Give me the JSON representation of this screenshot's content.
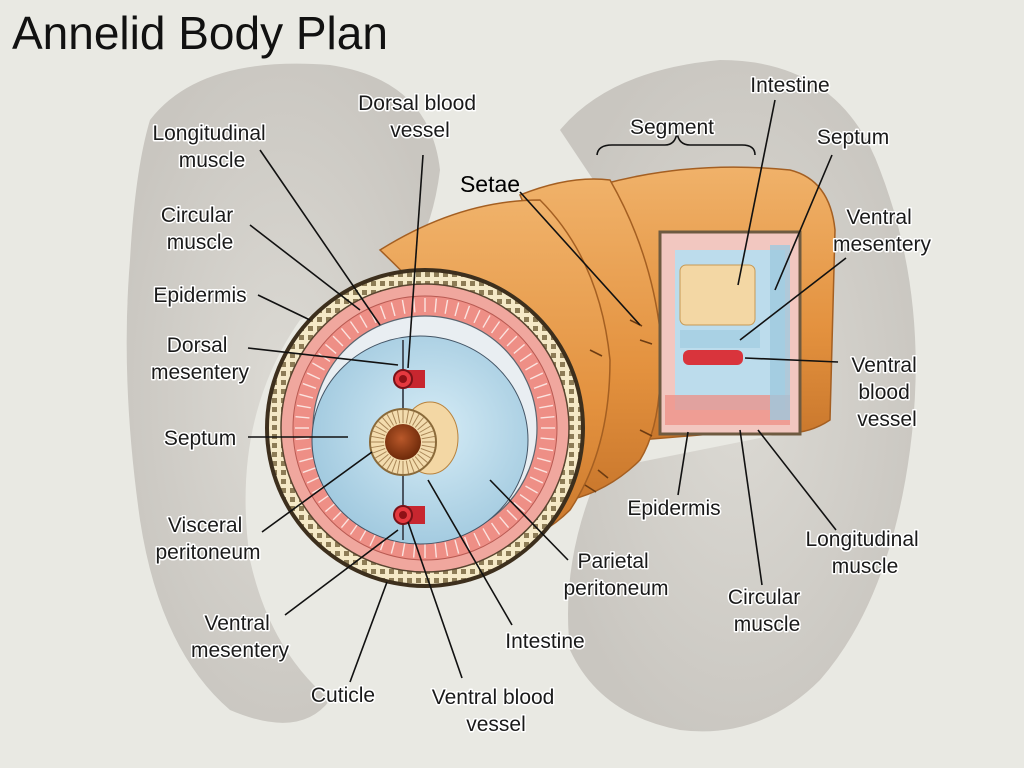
{
  "title": "Annelid Body Plan",
  "colors": {
    "background": "#e9e9e3",
    "body_wall_orange": "#e79a47",
    "muscle_pink": "#ee8f86",
    "coelom_blue": "#bcdcec",
    "vessel_red": "#d9343c",
    "intestine_cream": "#f3d7a4",
    "lumen_brown": "#8a3a12"
  },
  "labels": {
    "dorsal_blood_vessel": [
      "Dorsal blood",
      "vessel"
    ],
    "intestine_top": "Intestine",
    "segment": "Segment",
    "septum_right": "Septum",
    "longitudinal_muscle_left": [
      "Longitudinal",
      "muscle"
    ],
    "setae": "Setae",
    "circular_muscle_left": [
      "Circular",
      "muscle"
    ],
    "ventral_mesentery_right": [
      "Ventral",
      "mesentery"
    ],
    "epidermis_left": "Epidermis",
    "dorsal_mesentery": [
      "Dorsal",
      "mesentery"
    ],
    "ventral_blood_vessel_right": [
      "Ventral",
      "blood",
      "vessel"
    ],
    "septum_left": "Septum",
    "visceral_peritoneum": [
      "Visceral",
      "peritoneum"
    ],
    "epidermis_bottom": "Epidermis",
    "longitudinal_muscle_right": [
      "Longitudinal",
      "muscle"
    ],
    "parietal_peritoneum": [
      "Parietal",
      "peritoneum"
    ],
    "ventral_mesentery_left": [
      "Ventral",
      "mesentery"
    ],
    "intestine_bottom": "Intestine",
    "circular_muscle_bottom": [
      "Circular",
      "muscle"
    ],
    "cuticle": "Cuticle",
    "ventral_blood_vessel_bottom": [
      "Ventral blood",
      "vessel"
    ]
  }
}
